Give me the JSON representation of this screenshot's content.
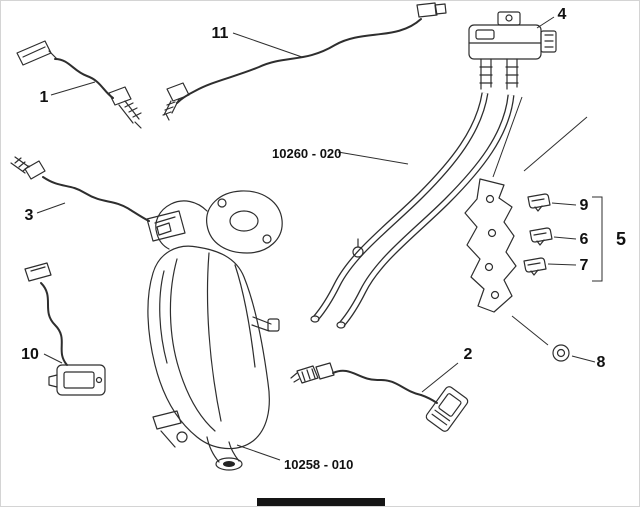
{
  "page": {
    "background": "#ffffff",
    "border_color": "#d4d4d4",
    "line_color": "#2e2e2e"
  },
  "labels": {
    "part1": "1",
    "part2": "2",
    "part3": "3",
    "part4": "4",
    "part5": "5",
    "part6": "6",
    "part7": "7",
    "part8": "8",
    "part9": "9",
    "part10": "10",
    "part11": "11"
  },
  "codes": {
    "code_top": "10260 - 020",
    "code_bottom": "10258 - 010"
  }
}
